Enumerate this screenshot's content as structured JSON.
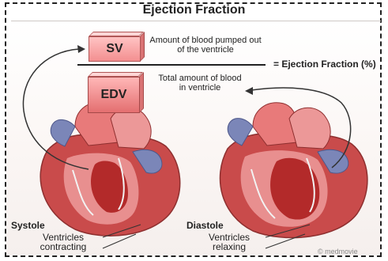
{
  "title": "Ejection Fraction",
  "numerator": {
    "box_label": "SV",
    "description": "Amount of blood pumped out of the ventricle"
  },
  "denominator": {
    "box_label": "EDV",
    "description": "Total amount of blood in ventricle"
  },
  "result_label": "= Ejection Fraction (%)",
  "phases": [
    {
      "name": "Systole",
      "caption": "Ventricles contracting"
    },
    {
      "name": "Diastole",
      "caption": "Ventricles relaxing"
    }
  ],
  "credit": "© medmovie",
  "colors": {
    "box_fill": "#f38f90",
    "heart_muscle": "#c94b4b",
    "ventricle_blood": "#b32a2a",
    "vessel_blue": "#7b86b8"
  }
}
